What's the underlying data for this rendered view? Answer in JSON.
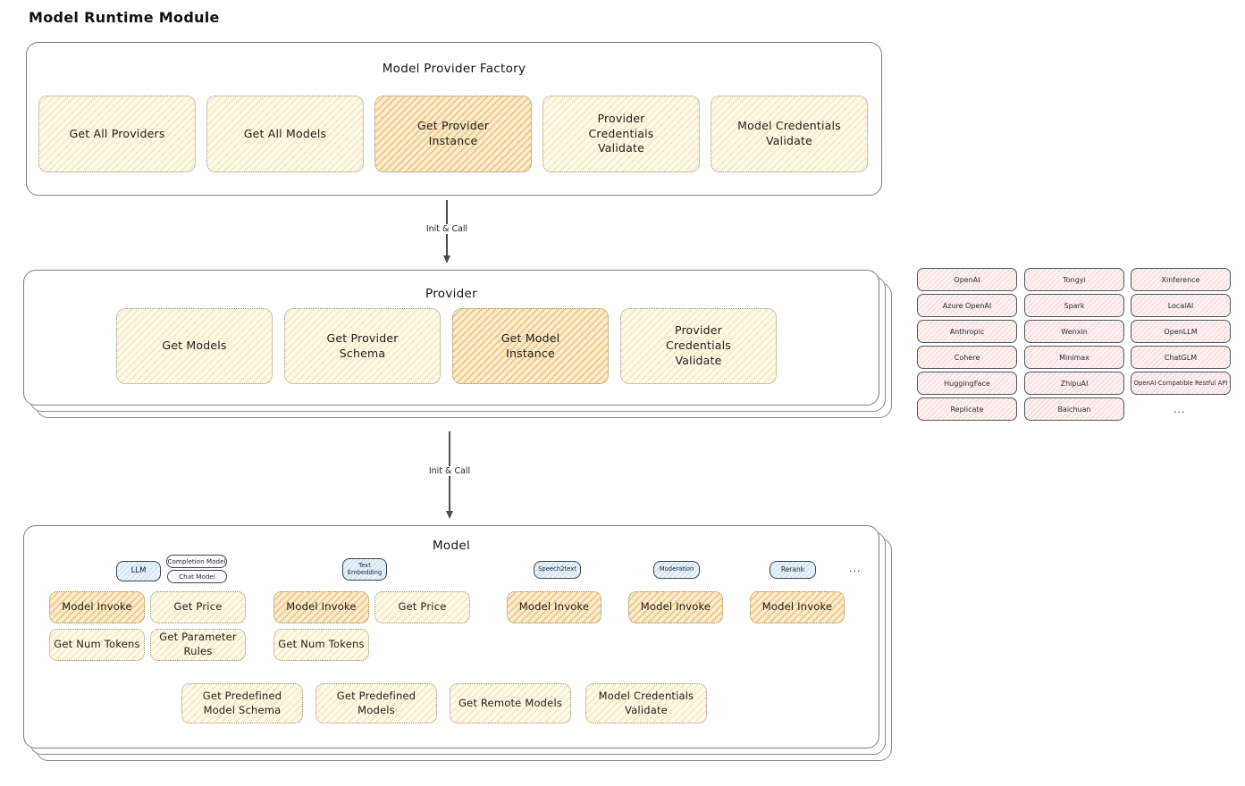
{
  "page_title": "Model Runtime Module",
  "connectors": [
    {
      "label": "Init & Call"
    },
    {
      "label": "Init & Call"
    }
  ],
  "factory": {
    "title": "Model Provider Factory",
    "buttons": [
      {
        "label": "Get All Providers",
        "highlighted": false
      },
      {
        "label": "Get All Models",
        "highlighted": false
      },
      {
        "label": "Get Provider Instance",
        "highlighted": true
      },
      {
        "label": "Provider Credentials Validate",
        "highlighted": false
      },
      {
        "label": "Model Credentials Validate",
        "highlighted": false
      }
    ]
  },
  "provider": {
    "title": "Provider",
    "buttons": [
      {
        "label": "Get Models",
        "highlighted": false
      },
      {
        "label": "Get Provider Schema",
        "highlighted": false
      },
      {
        "label": "Get Model Instance",
        "highlighted": true
      },
      {
        "label": "Provider Credentials Validate",
        "highlighted": false
      }
    ]
  },
  "provider_list": {
    "rows": [
      [
        "OpenAI",
        "Tongyi",
        "Xinference"
      ],
      [
        "Azure OpenAI",
        "Spark",
        "LocalAI"
      ],
      [
        "Anthropic",
        "Wenxin",
        "OpenLLM"
      ],
      [
        "Cohere",
        "Minimax",
        "ChatGLM"
      ],
      [
        "HuggingFace",
        "ZhipuAI",
        "OpenAI-Compatible Restful API"
      ],
      [
        "Replicate",
        "Baichuan"
      ]
    ],
    "ellipsis": "..."
  },
  "model": {
    "title": "Model",
    "badges": {
      "llm": "LLM",
      "completion": "Completion Model",
      "chat": "Chat Model",
      "text_embedding": "Text Embedding",
      "speech2text": "Speech2text",
      "moderation": "Moderation",
      "rerank": "Rerank",
      "ellipsis": "..."
    },
    "groups": {
      "llm": {
        "invoke": "Model Invoke",
        "get_price": "Get Price",
        "get_num_tokens": "Get Num Tokens",
        "get_parameter_rules": "Get Parameter Rules"
      },
      "text_embedding": {
        "invoke": "Model Invoke",
        "get_price": "Get Price",
        "get_num_tokens": "Get Num Tokens"
      },
      "speech2text": {
        "invoke": "Model Invoke"
      },
      "moderation": {
        "invoke": "Model Invoke"
      },
      "rerank": {
        "invoke": "Model Invoke"
      }
    },
    "common_buttons": [
      "Get Predefined Model Schema",
      "Get Predefined Models",
      "Get Remote Models",
      "Model Credentials Validate"
    ]
  },
  "colors": {
    "cream_fill": "#fdf9e7",
    "orange_fill": "#f6dca6",
    "blue_fill": "#e9f3fb",
    "pink_fill": "#fdf1f1",
    "stroke": "#7d7d7d"
  }
}
